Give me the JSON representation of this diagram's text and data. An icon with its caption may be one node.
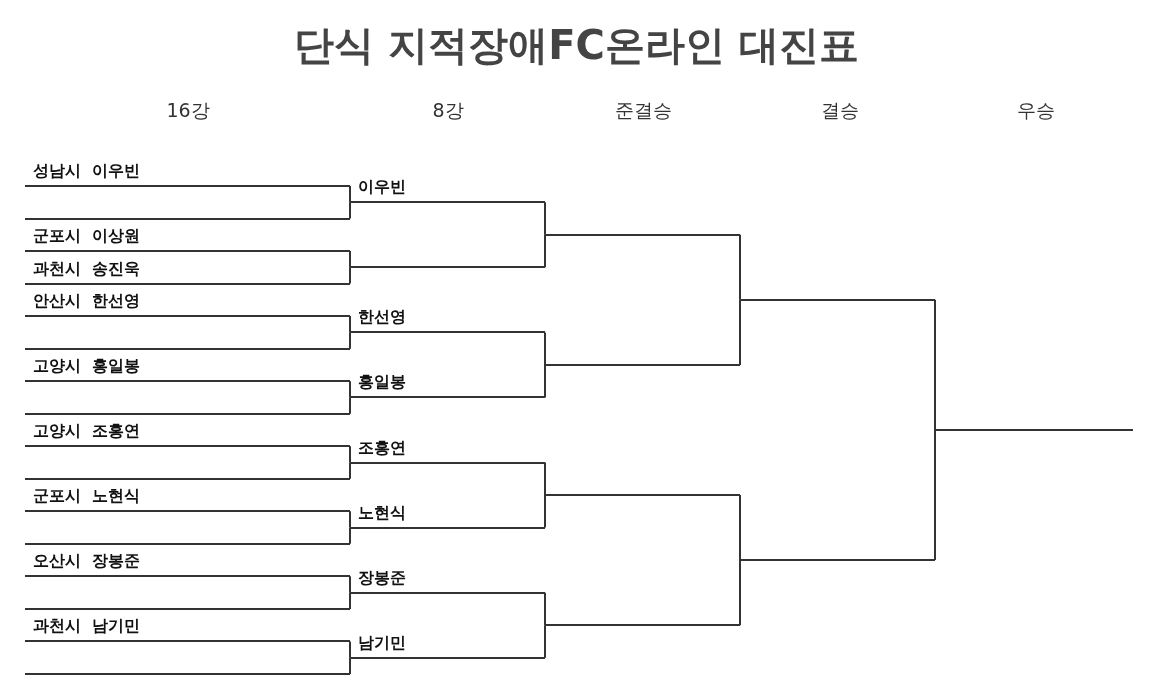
{
  "diagram": {
    "title": "단식 지적장애FC온라인 대진표",
    "nodes": [
      {
        "text": [
          "성남시  이우빈"
        ]
      },
      {
        "text": [],
        "shape": "line"
      },
      {
        "text": [
          "군포시  이상원"
        ]
      },
      {
        "text": [
          "과천시  송진욱"
        ]
      },
      {
        "text": [
          "안산시  한선영"
        ]
      },
      {
        "text": [],
        "shape": "line"
      },
      {
        "text": [
          "고양시  홍일봉"
        ]
      },
      {
        "text": [],
        "shape": "line"
      },
      {
        "text": [
          "고양시  조홍연"
        ]
      },
      {
        "text": [],
        "shape": "line"
      },
      {
        "text": [
          "군포시  노현식"
        ]
      },
      {
        "text": [],
        "shape": "line"
      },
      {
        "text": [
          "오산시  장봉준"
        ]
      },
      {
        "text": [],
        "shape": "line"
      },
      {
        "text": [
          "과천시  남기민"
        ]
      },
      {
        "text": [],
        "shape": "line"
      },
      {
        "text": [
          "이우빈"
        ]
      },
      {
        "text": [],
        "shape": "line"
      },
      {
        "text": [
          "한선영"
        ]
      },
      {
        "text": [
          "홍일봉"
        ]
      },
      {
        "text": [
          "조홍연"
        ]
      },
      {
        "text": [
          "노현식"
        ]
      },
      {
        "text": [
          "장봉준"
        ]
      },
      {
        "text": [
          "남기민"
        ]
      },
      {
        "text": [],
        "shape": "line"
      },
      {
        "text": [],
        "shape": "line"
      },
      {
        "text": [],
        "shape": "line"
      },
      {
        "text": [],
        "shape": "line"
      },
      {
        "text": [],
        "shape": "line"
      },
      {
        "text": [],
        "shape": "line"
      },
      {
        "text": [],
        "shape": "line"
      }
    ],
    "edges": [
      {
        "from": 0,
        "to": 16,
        "arrow": "none"
      },
      {
        "from": 1,
        "to": 16,
        "arrow": "none"
      },
      {
        "from": 2,
        "to": 17,
        "arrow": "none"
      },
      {
        "from": 3,
        "to": 17,
        "arrow": "none"
      },
      {
        "from": 4,
        "to": 18,
        "arrow": "none"
      },
      {
        "from": 5,
        "to": 18,
        "arrow": "none"
      },
      {
        "from": 6,
        "to": 19,
        "arrow": "none"
      },
      {
        "from": 7,
        "to": 19,
        "arrow": "none"
      },
      {
        "from": 8,
        "to": 20,
        "arrow": "none"
      },
      {
        "from": 9,
        "to": 20,
        "arrow": "none"
      },
      {
        "from": 10,
        "to": 21,
        "arrow": "none"
      },
      {
        "from": 11,
        "to": 21,
        "arrow": "none"
      },
      {
        "from": 12,
        "to": 22,
        "arrow": "none"
      },
      {
        "from": 13,
        "to": 22,
        "arrow": "none"
      },
      {
        "from": 14,
        "to": 23,
        "arrow": "none"
      },
      {
        "from": 15,
        "to": 23,
        "arrow": "none"
      },
      {
        "from": 16,
        "to": 24,
        "arrow": "none"
      },
      {
        "from": 17,
        "to": 24,
        "arrow": "none"
      },
      {
        "from": 18,
        "to": 25,
        "arrow": "none"
      },
      {
        "from": 19,
        "to": 25,
        "arrow": "none"
      },
      {
        "from": 20,
        "to": 26,
        "arrow": "none"
      },
      {
        "from": 21,
        "to": 26,
        "arrow": "none"
      },
      {
        "from": 22,
        "to": 27,
        "arrow": "none"
      },
      {
        "from": 23,
        "to": 27,
        "arrow": "none"
      },
      {
        "from": 24,
        "to": 28,
        "arrow": "none"
      },
      {
        "from": 25,
        "to": 28,
        "arrow": "none"
      },
      {
        "from": 26,
        "to": 29,
        "arrow": "none"
      },
      {
        "from": 27,
        "to": 29,
        "arrow": "none"
      },
      {
        "from": 28,
        "to": 30,
        "arrow": "none"
      },
      {
        "from": 29,
        "to": 30,
        "arrow": "none"
      }
    ],
    "labels": [
      "16강",
      "8강",
      "준결승",
      "결승",
      "우승"
    ]
  }
}
